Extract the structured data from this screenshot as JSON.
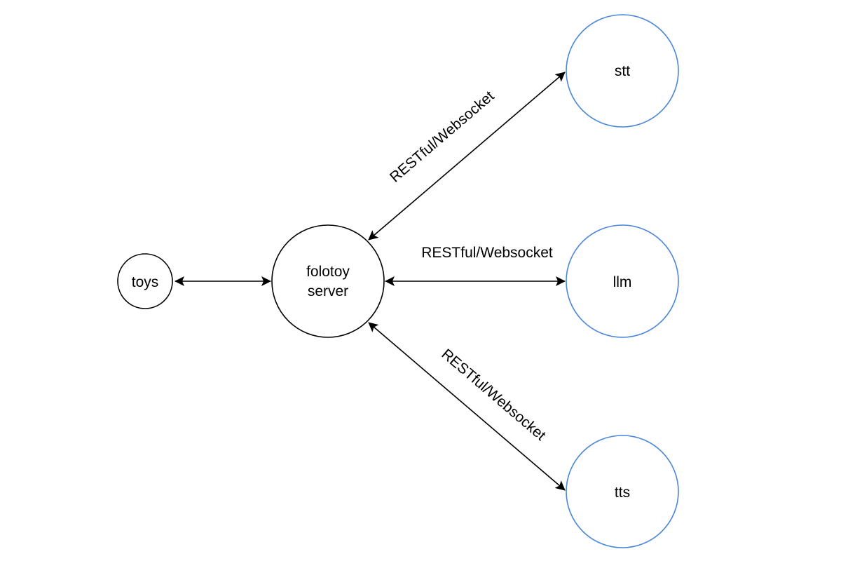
{
  "nodes": {
    "toys": {
      "lines": [
        "toys"
      ],
      "stroke": "#000000"
    },
    "server": {
      "lines": [
        "folotoy",
        "server"
      ],
      "stroke": "#000000"
    },
    "stt": {
      "lines": [
        "stt"
      ],
      "stroke": "#4a86d8"
    },
    "llm": {
      "lines": [
        "llm"
      ],
      "stroke": "#4a86d8"
    },
    "tts": {
      "lines": [
        "tts"
      ],
      "stroke": "#4a86d8"
    }
  },
  "edges": {
    "toys_server": {
      "label": "",
      "bidirectional": true
    },
    "server_stt": {
      "label": "RESTful/Websocket",
      "bidirectional": true
    },
    "server_llm": {
      "label": "RESTful/Websocket",
      "bidirectional": true
    },
    "server_tts": {
      "label": "RESTful/Websocket",
      "bidirectional": true
    }
  },
  "colors": {
    "line": "#000000",
    "external_service": "#4a86d8",
    "background": "#ffffff"
  }
}
